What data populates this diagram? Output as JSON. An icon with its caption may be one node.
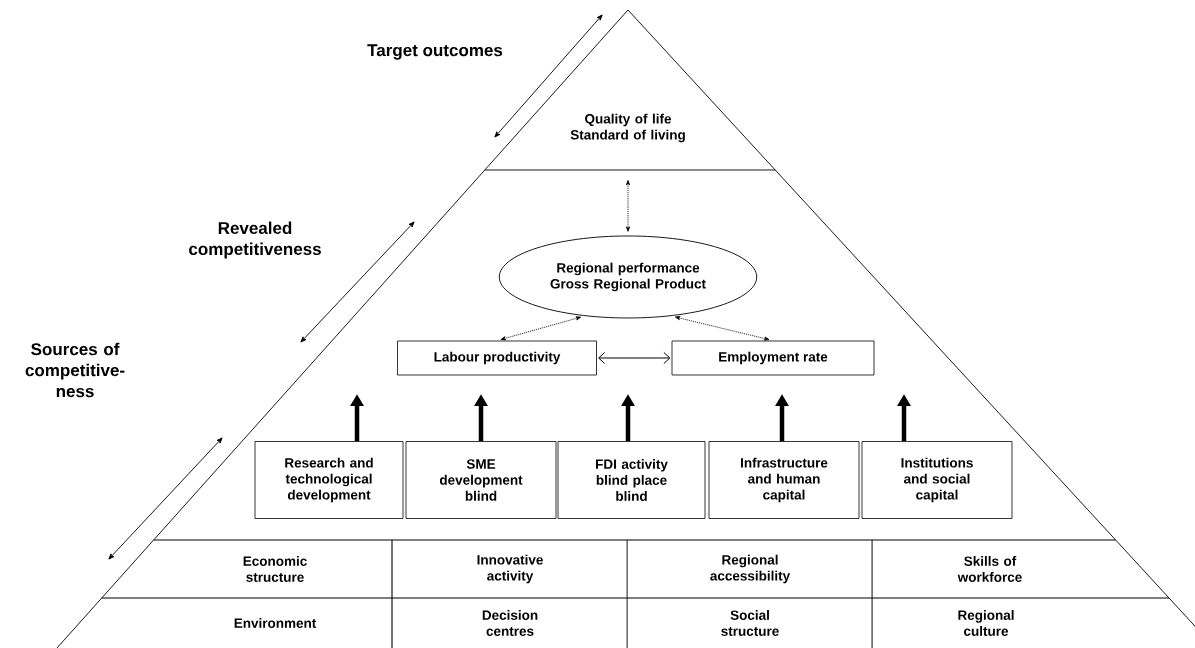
{
  "diagram": {
    "nodes": [
      {
        "text": [
          "Quality of life Standard of living"
        ]
      },
      {
        "text": [
          "Regional performance Gross Regional Product"
        ]
      },
      {
        "text": [
          "Labour productivity"
        ]
      },
      {
        "text": [
          "Employment rate"
        ]
      },
      {
        "text": [
          "Research and technological development"
        ]
      },
      {
        "text": [
          "SME development blind"
        ]
      },
      {
        "text": [
          "FDI activity blind place blind"
        ]
      },
      {
        "text": [
          "Infrastructure and human capital"
        ]
      },
      {
        "text": [
          "Institutions and social capital"
        ]
      }
    ],
    "edges": [
      {
        "from": 0,
        "to": 1,
        "arrow": "both",
        "style": "dashed"
      },
      {
        "from": 1,
        "to": 2,
        "arrow": "both",
        "style": "dashed"
      },
      {
        "from": 1,
        "to": 3,
        "arrow": "both",
        "style": "dashed"
      },
      {
        "from": 2,
        "to": 3,
        "arrow": "both"
      },
      {
        "from": 4,
        "to": null,
        "arrow": "to"
      },
      {
        "from": 5,
        "to": null,
        "arrow": "to"
      },
      {
        "from": 6,
        "to": null,
        "arrow": "to"
      },
      {
        "from": 7,
        "to": null,
        "arrow": "to"
      },
      {
        "from": 8,
        "to": null,
        "arrow": "to"
      }
    ],
    "labels": [
      "Target outcomes",
      "Revealed competitiveness",
      "Sources of competitive-ness",
      "Economic structure",
      "Innovative activity",
      "Regional accessibility",
      "Skills of workforce",
      "Environment",
      "Decision centres",
      "Social structure",
      "Regional culture"
    ]
  }
}
